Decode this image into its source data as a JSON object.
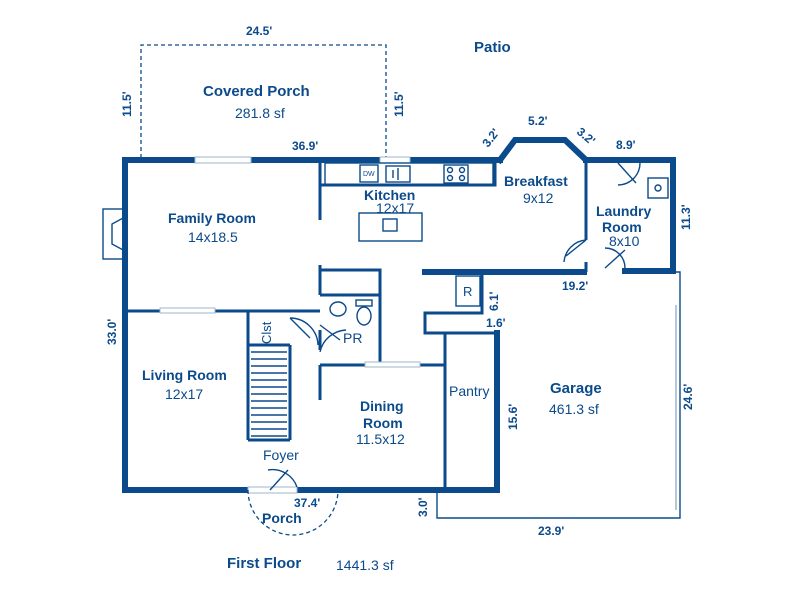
{
  "rooms": {
    "covered_porch": {
      "name": "Covered Porch",
      "area": "281.8 sf"
    },
    "patio": {
      "name": "Patio"
    },
    "family_room": {
      "name": "Family Room",
      "size": "14x18.5"
    },
    "kitchen": {
      "name": "Kitchen",
      "size": "12x17"
    },
    "breakfast": {
      "name": "Breakfast",
      "size": "9x12"
    },
    "laundry": {
      "line1": "Laundry",
      "line2": "Room",
      "size": "8x10"
    },
    "living_room": {
      "name": "Living Room",
      "size": "12x17"
    },
    "closet": {
      "name": "Clst"
    },
    "powder_room": {
      "name": "PR"
    },
    "dining": {
      "line1": "Dining",
      "line2": "Room",
      "size": "11.5x12"
    },
    "pantry": {
      "name": "Pantry"
    },
    "garage": {
      "name": "Garage",
      "area": "461.3 sf"
    },
    "foyer": {
      "name": "Foyer"
    },
    "porch": {
      "name": "Porch"
    }
  },
  "fixtures": {
    "dishwasher": "DW",
    "refrigerator": "R"
  },
  "dimensions": {
    "porch_width": "24.5'",
    "porch_depth_left": "11.5'",
    "porch_depth_right": "11.5'",
    "rear_width": "36.9'",
    "bay_left": "3.2'",
    "bay_top": "5.2'",
    "bay_right": "3.2'",
    "laundry_width": "8.9'",
    "laundry_depth": "11.3'",
    "house_depth": "33.0'",
    "front_width": "37.4'",
    "front_step": "3.0'",
    "garage_front": "23.9'",
    "garage_depth": "24.6'",
    "garage_side": "15.6'",
    "garage_jog_a": "6.1'",
    "garage_jog_b": "1.6'",
    "garage_top": "19.2'"
  },
  "footer": {
    "floor": "First Floor",
    "total_area": "1441.3 sf"
  }
}
